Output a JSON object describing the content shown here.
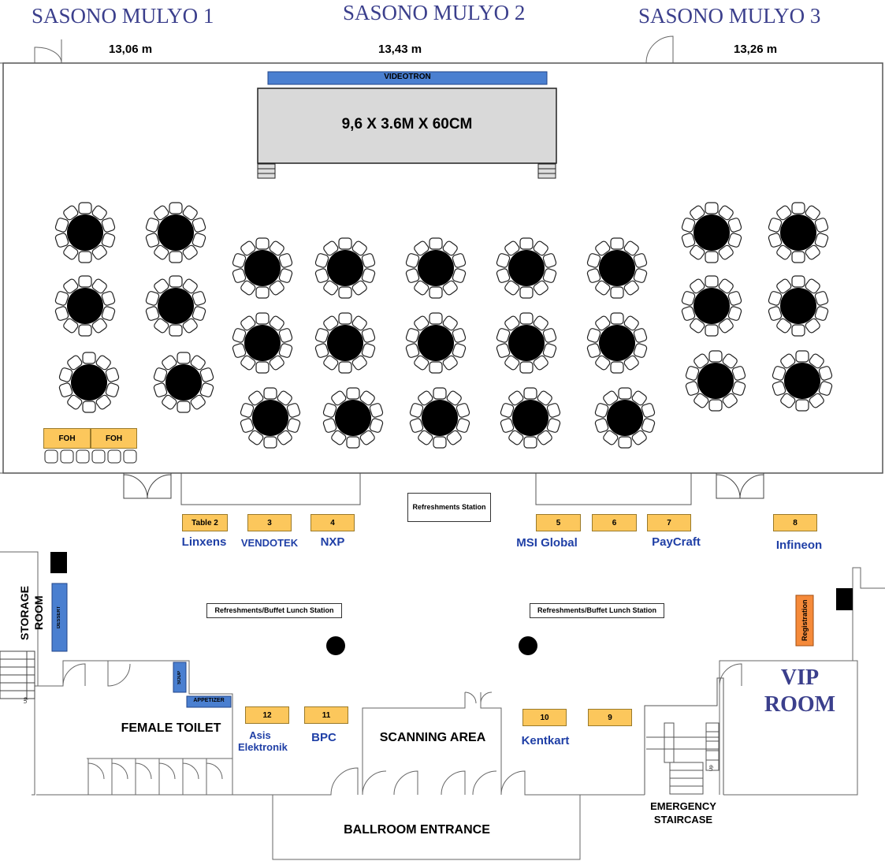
{
  "halls": [
    "SASONO MULYO 1",
    "SASONO MULYO 2",
    "SASONO MULYO 3"
  ],
  "dimensions": [
    "13,06 m",
    "13,43 m",
    "13,26 m"
  ],
  "stage": {
    "videotron": "VIDEOTRON",
    "size": "9,6 X 3.6M X 60CM"
  },
  "foh": [
    "FOH",
    "FOH"
  ],
  "refreshments": "Refreshments Station",
  "buffet": [
    "Refreshments/Buffet Lunch Station",
    "Refreshments/Buffet Lunch Station"
  ],
  "booths": [
    "Table 2",
    "3",
    "4",
    "5",
    "6",
    "7",
    "8",
    "12",
    "11",
    "10",
    "9"
  ],
  "companies": [
    "Linxens",
    "VENDOTEK",
    "NXP",
    "MSI Global",
    "PayCraft",
    "Infineon",
    "Asis Elektronik",
    "BPC",
    "Kentkart"
  ],
  "rooms": {
    "storage": "STORAGE ROOM",
    "female_toilet": "FEMALE TOILET",
    "scanning": "SCANNING AREA",
    "vip": "VIP ROOM",
    "emergency": "EMERGENCY STAIRCASE",
    "ballroom": "BALLROOM ENTRANCE"
  },
  "stations": {
    "dessert": "DESSERT",
    "soup": "SOUP",
    "appetizer": "APPETIZER",
    "registration": "Registration"
  },
  "stair_labels": [
    "Up",
    "Up"
  ],
  "colors": {
    "hall_text": "#3b3f8c",
    "company_text": "#1f3fa6",
    "booth": "#fcc75c",
    "blue_station": "#4a7fd0",
    "registration": "#f58a3a",
    "stage": "#d9d9d9"
  }
}
